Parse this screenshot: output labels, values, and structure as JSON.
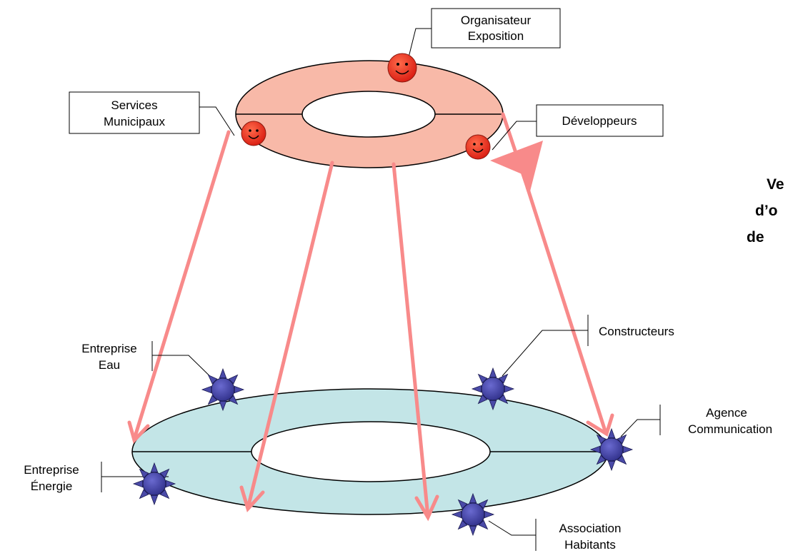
{
  "top_ring": {
    "stakeholders": [
      {
        "line1": "Organisateur",
        "line2": "Exposition"
      },
      {
        "line1": "Services",
        "line2": "Municipaux"
      },
      {
        "line1": "Développeurs"
      }
    ]
  },
  "bottom_ring": {
    "stakeholders": [
      {
        "line1": "Entreprise",
        "line2": "Eau"
      },
      {
        "line1": "Constructeurs"
      },
      {
        "line1": "Agence",
        "line2": "Communication"
      },
      {
        "line1": "Entreprise",
        "line2": "Énergie"
      },
      {
        "line1": "Association",
        "line2": "Habitants"
      }
    ]
  },
  "side_text": {
    "line1": "Ve",
    "line2": "d’o",
    "line3": "de"
  },
  "colors": {
    "top_ring_fill": "#f8b9a8",
    "bottom_ring_fill": "#c3e5e7",
    "arrow": "#f88a8a",
    "smiley": "#ee2222",
    "star_node": "#4a4aa8"
  }
}
